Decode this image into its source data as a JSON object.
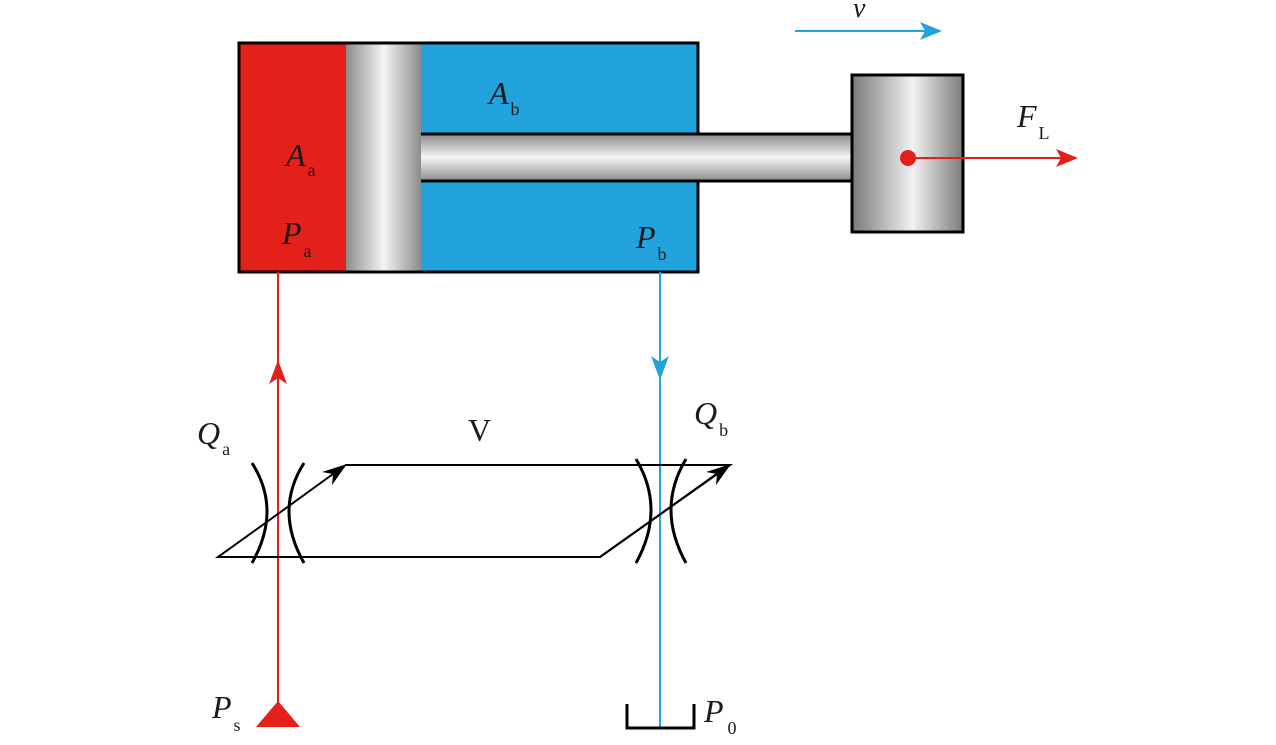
{
  "colors": {
    "supply_chamber": "#E4201B",
    "return_chamber": "#23A3DD",
    "supply_line": "#E4201B",
    "return_line": "#23A3DD",
    "outline": "#000000",
    "metal_dark": "#8C8C8C",
    "metal_light": "#F4F4F4"
  },
  "labels": {
    "velocity": "v",
    "area_a": {
      "main": "A",
      "sub": "a"
    },
    "pressure_a": {
      "main": "P",
      "sub": "a"
    },
    "area_b": {
      "main": "A",
      "sub": "b"
    },
    "pressure_b": {
      "main": "P",
      "sub": "b"
    },
    "load_force": {
      "main": "F",
      "sub": "L"
    },
    "flow_a": {
      "main": "Q",
      "sub": "a"
    },
    "flow_b": {
      "main": "Q",
      "sub": "b"
    },
    "valve": "V",
    "supply_pressure": {
      "main": "P",
      "sub": "s"
    },
    "tank_pressure": {
      "main": "P",
      "sub": "0"
    }
  }
}
